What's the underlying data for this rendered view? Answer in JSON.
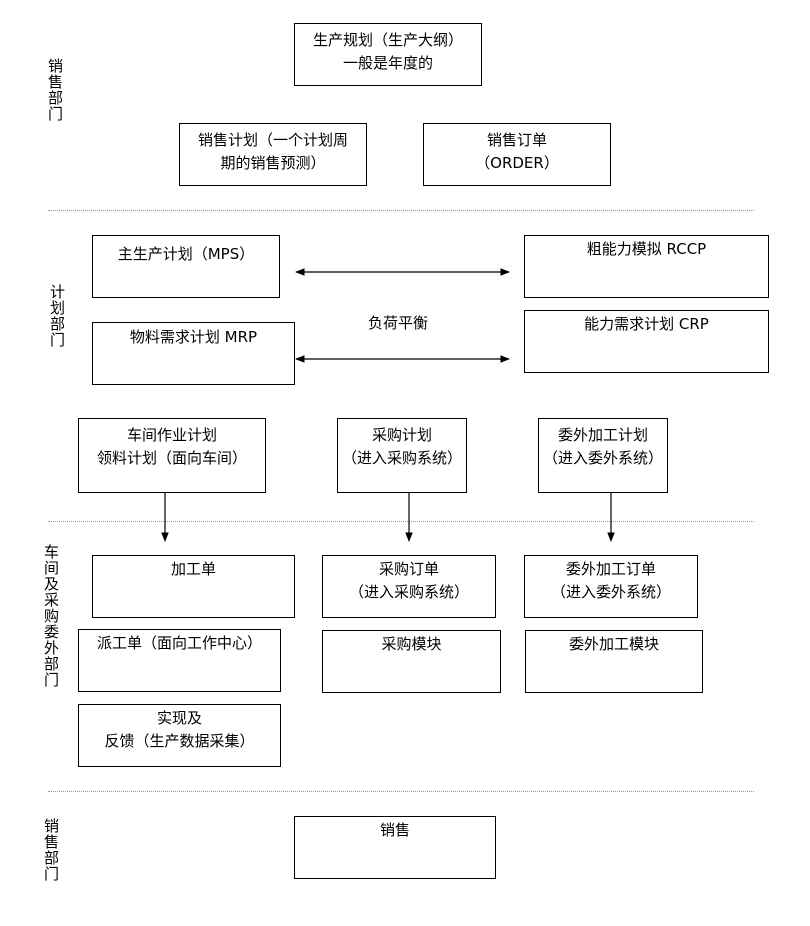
{
  "departments": {
    "sales_top": "销售部门",
    "planning": "计划部门",
    "workshop": "车间及采购委外部门",
    "sales_bottom": "销售部门"
  },
  "boxes": {
    "production_plan": [
      "生产规划（生产大纲）",
      "一般是年度的"
    ],
    "sales_plan": [
      "销售计划（一个计划周",
      "期的销售预测）"
    ],
    "sales_order": [
      "销售订单",
      "（ORDER）"
    ],
    "mps": [
      "主生产计划（MPS）"
    ],
    "rccp": [
      "粗能力模拟 RCCP"
    ],
    "mrp": [
      "物料需求计划 MRP"
    ],
    "crp": [
      "能力需求计划 CRP"
    ],
    "workshop_plan": [
      "车间作业计划",
      "领料计划（面向车间）"
    ],
    "purchase_plan": [
      "采购计划",
      "（进入采购系统）"
    ],
    "outsource_plan": [
      "委外加工计划",
      "（进入委外系统）"
    ],
    "work_order": [
      "加工单"
    ],
    "purchase_order": [
      "采购订单",
      "（进入采购系统）"
    ],
    "outsource_order": [
      "委外加工订单",
      "（进入委外系统）"
    ],
    "dispatch_order": [
      "派工单（面向工作中心）"
    ],
    "purchase_module": [
      "采购模块"
    ],
    "outsource_module": [
      "委外加工模块"
    ],
    "feedback": [
      "实现及",
      "反馈（生产数据采集）"
    ],
    "sales": [
      "销售"
    ]
  },
  "load_balance_label": "负荷平衡"
}
